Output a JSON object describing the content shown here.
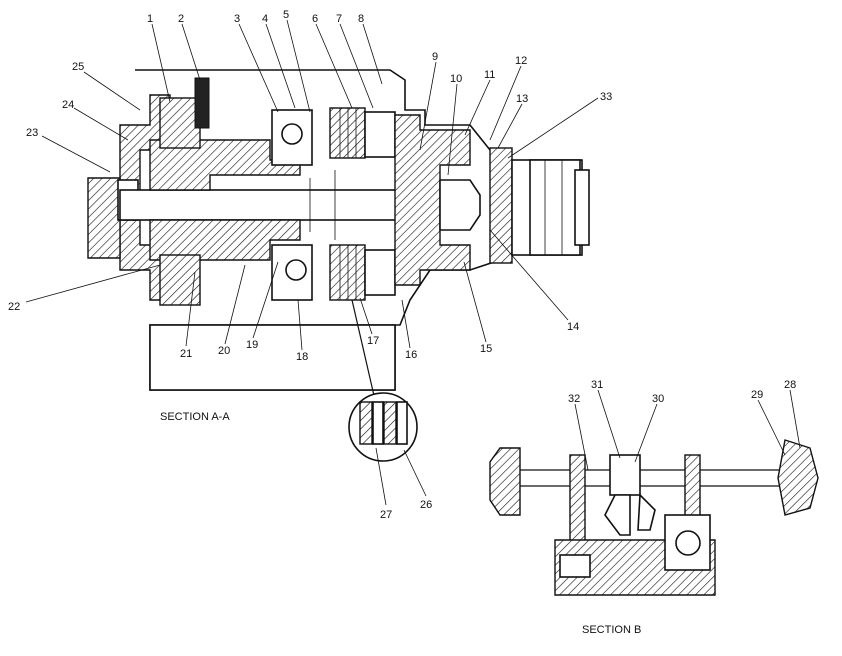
{
  "captions": {
    "section_aa": "SECTION A-A",
    "section_b": "SECTION B"
  },
  "callouts": [
    {
      "id": "c1",
      "text": "1"
    },
    {
      "id": "c2",
      "text": "2"
    },
    {
      "id": "c3",
      "text": "3"
    },
    {
      "id": "c4",
      "text": "4"
    },
    {
      "id": "c5",
      "text": "5"
    },
    {
      "id": "c6",
      "text": "6"
    },
    {
      "id": "c7",
      "text": "7"
    },
    {
      "id": "c8",
      "text": "8"
    },
    {
      "id": "c9",
      "text": "9"
    },
    {
      "id": "c10",
      "text": "10"
    },
    {
      "id": "c11",
      "text": "11"
    },
    {
      "id": "c12",
      "text": "12"
    },
    {
      "id": "c13",
      "text": "13"
    },
    {
      "id": "c33",
      "text": "33"
    },
    {
      "id": "c25",
      "text": "25"
    },
    {
      "id": "c24",
      "text": "24"
    },
    {
      "id": "c23",
      "text": "23"
    },
    {
      "id": "c22",
      "text": "22"
    },
    {
      "id": "c21",
      "text": "21"
    },
    {
      "id": "c20",
      "text": "20"
    },
    {
      "id": "c19",
      "text": "19"
    },
    {
      "id": "c18",
      "text": "18"
    },
    {
      "id": "c17",
      "text": "17"
    },
    {
      "id": "c16",
      "text": "16"
    },
    {
      "id": "c15",
      "text": "15"
    },
    {
      "id": "c14",
      "text": "14"
    },
    {
      "id": "c27",
      "text": "27"
    },
    {
      "id": "c26",
      "text": "26"
    },
    {
      "id": "c32",
      "text": "32"
    },
    {
      "id": "c31",
      "text": "31"
    },
    {
      "id": "c30",
      "text": "30"
    },
    {
      "id": "c29",
      "text": "29"
    },
    {
      "id": "c28",
      "text": "28"
    }
  ]
}
